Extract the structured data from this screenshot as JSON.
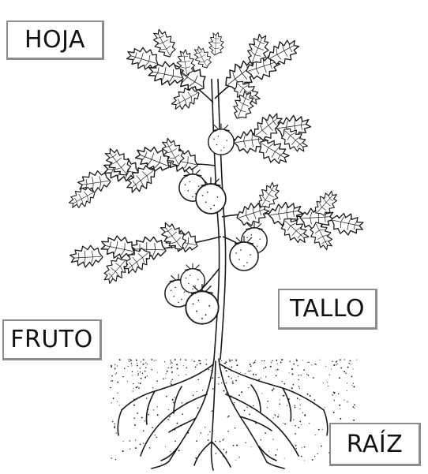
{
  "labels": {
    "hoja": "HOJA",
    "tallo": "TALLO",
    "fruto": "FRUTO",
    "raiz": "RAÍZ"
  },
  "colors": {
    "line": "#1a1a1a",
    "box_border": "#8c8c8c",
    "background": "#ffffff"
  },
  "icons": {
    "plant": "tomato-plant-illustration"
  }
}
